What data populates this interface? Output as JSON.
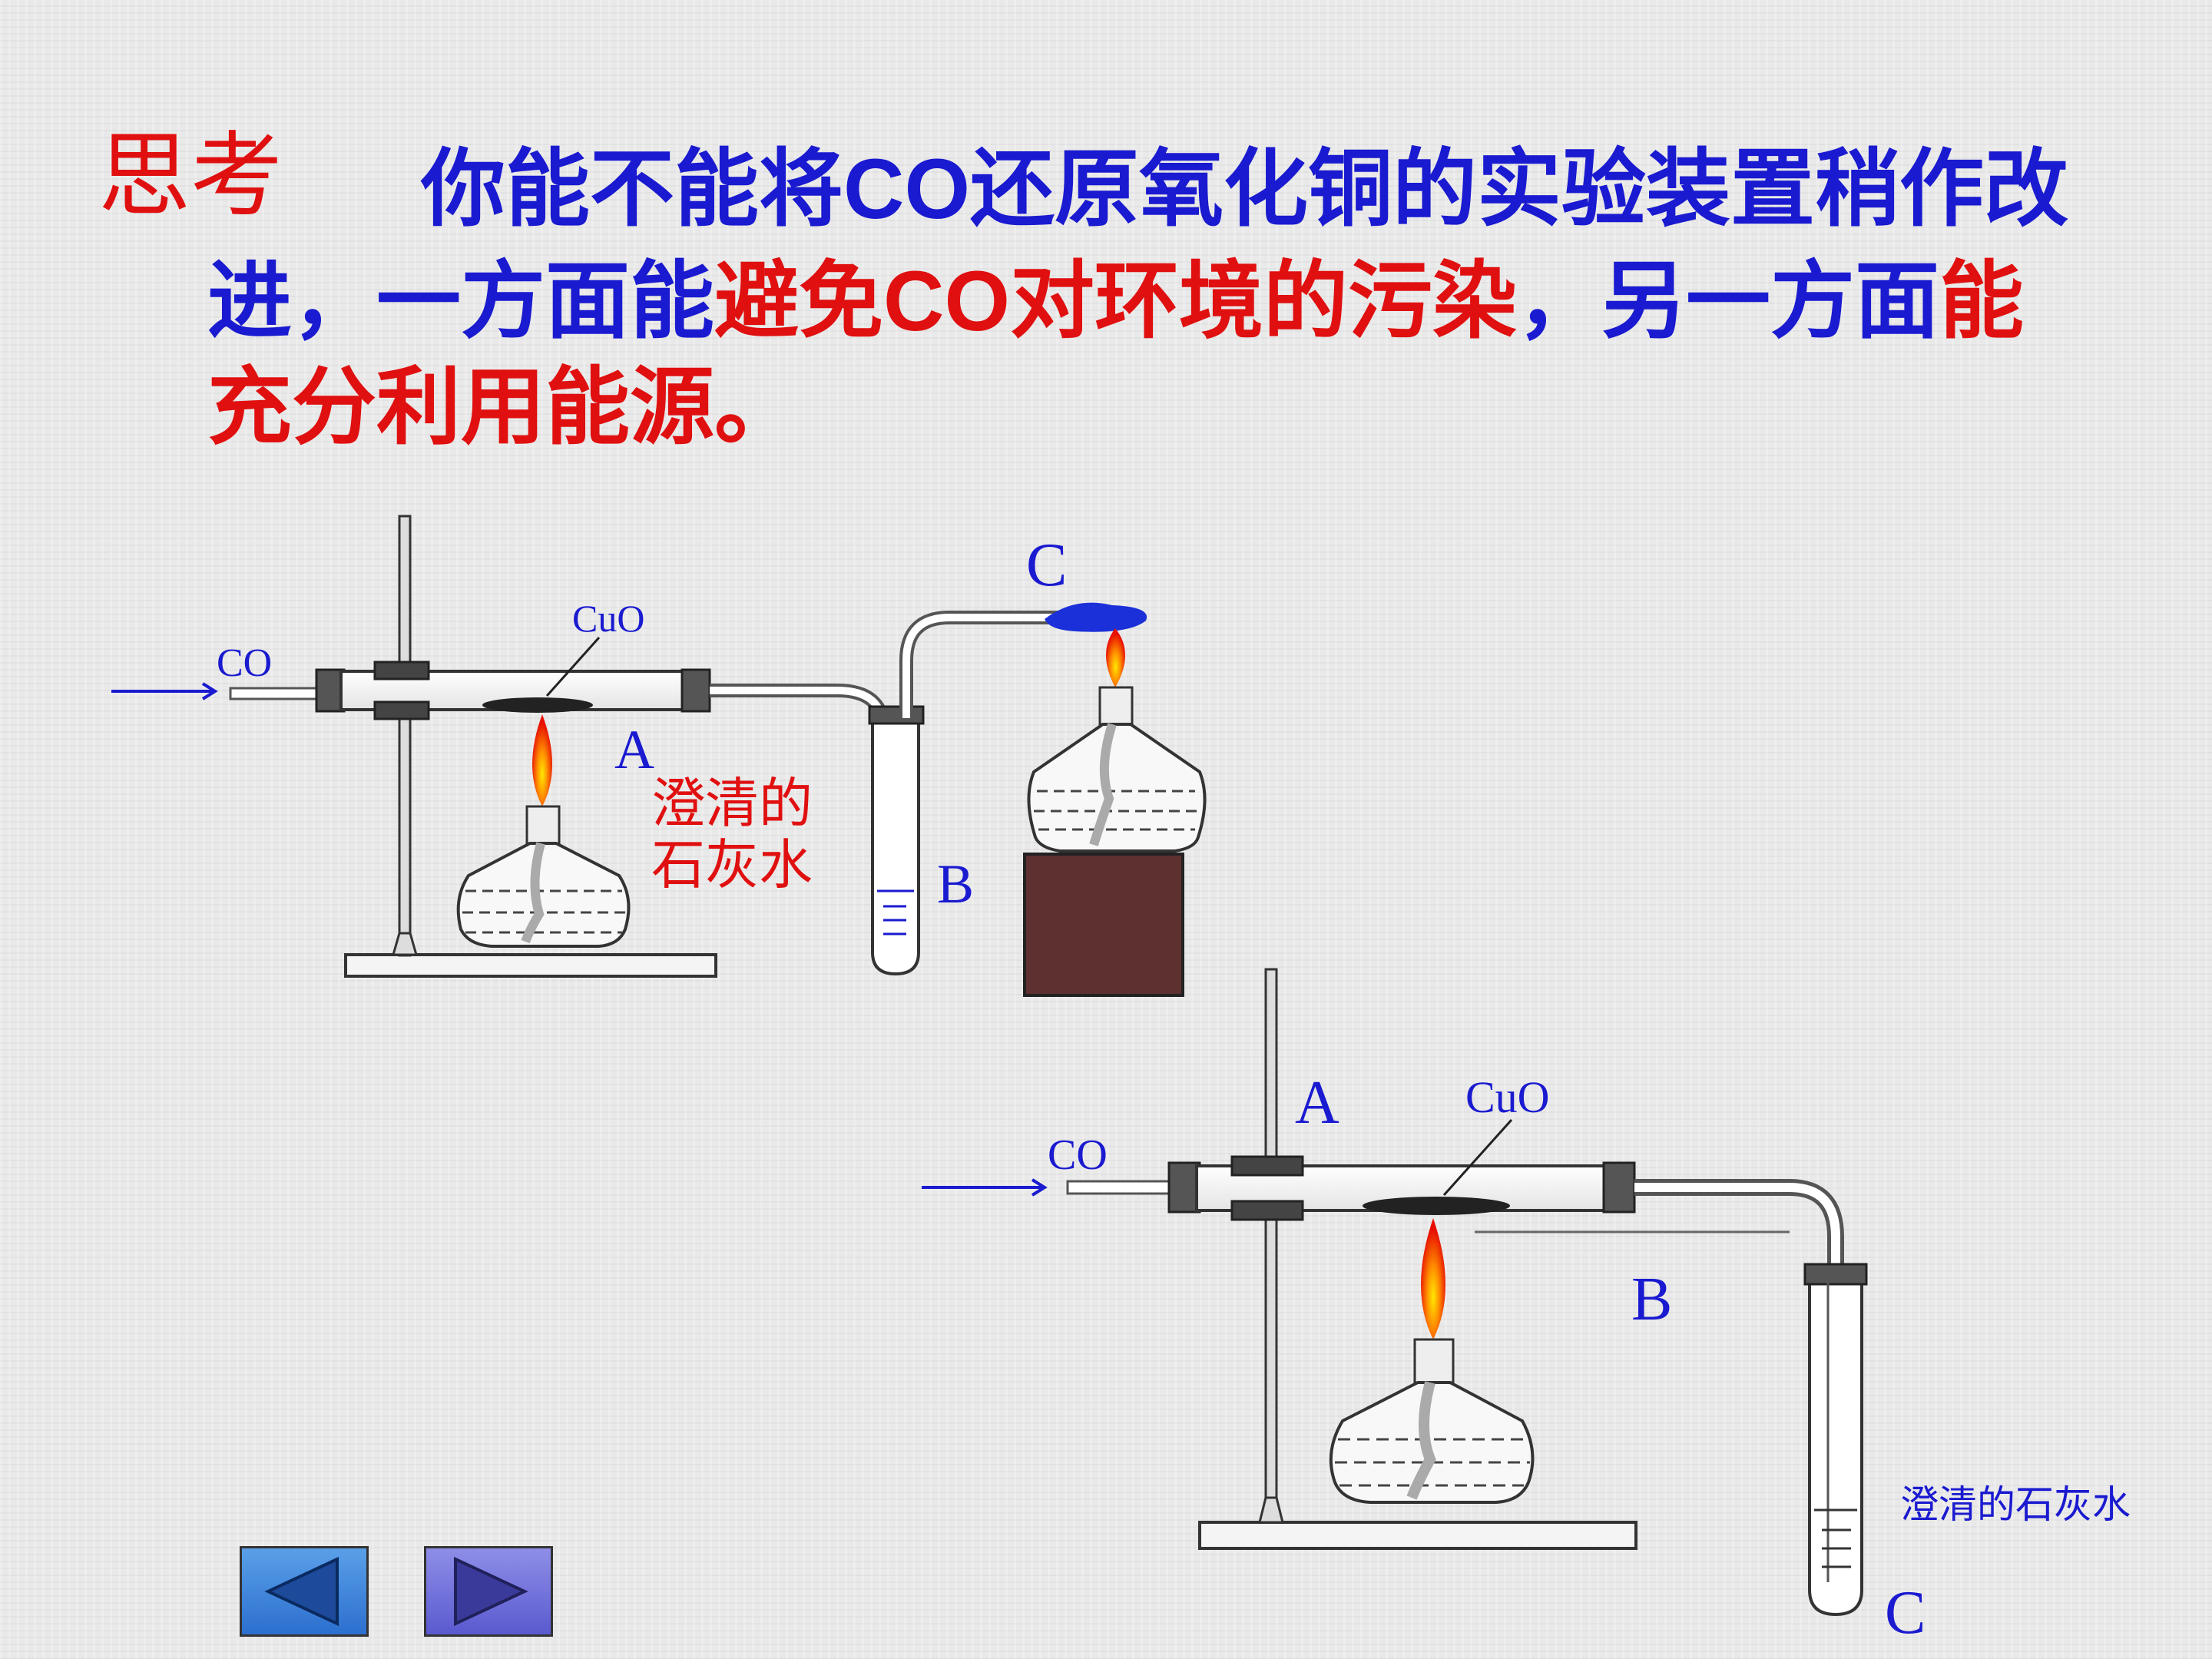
{
  "slide": {
    "heading": "思考",
    "question": {
      "line1": [
        "你能不能将",
        "CO",
        "还原氧化铜的实验装置稍作改"
      ],
      "line2": [
        "进，一方面能",
        "避免",
        "CO",
        "对环境的污染",
        "，另一方面",
        "能"
      ],
      "line3": [
        "充分利用能源。"
      ]
    }
  },
  "apparatus1": {
    "gas_label": "CO",
    "reagent_label": "CuO",
    "label_a": "A",
    "label_b": "B",
    "label_c": "C",
    "limewater_line1": "澄清的",
    "limewater_line2": "石灰水"
  },
  "apparatus2": {
    "gas_label": "CO",
    "reagent_label": "CuO",
    "label_a": "A",
    "label_b": "B",
    "label_c": "C",
    "limewater": "澄清的石灰水"
  },
  "nav": {
    "prev_icon": "triangle-left-icon",
    "next_icon": "triangle-right-icon"
  },
  "colors": {
    "blue_text": "#1a1ad0",
    "red_text": "#e01010",
    "block": "#5e3030"
  }
}
